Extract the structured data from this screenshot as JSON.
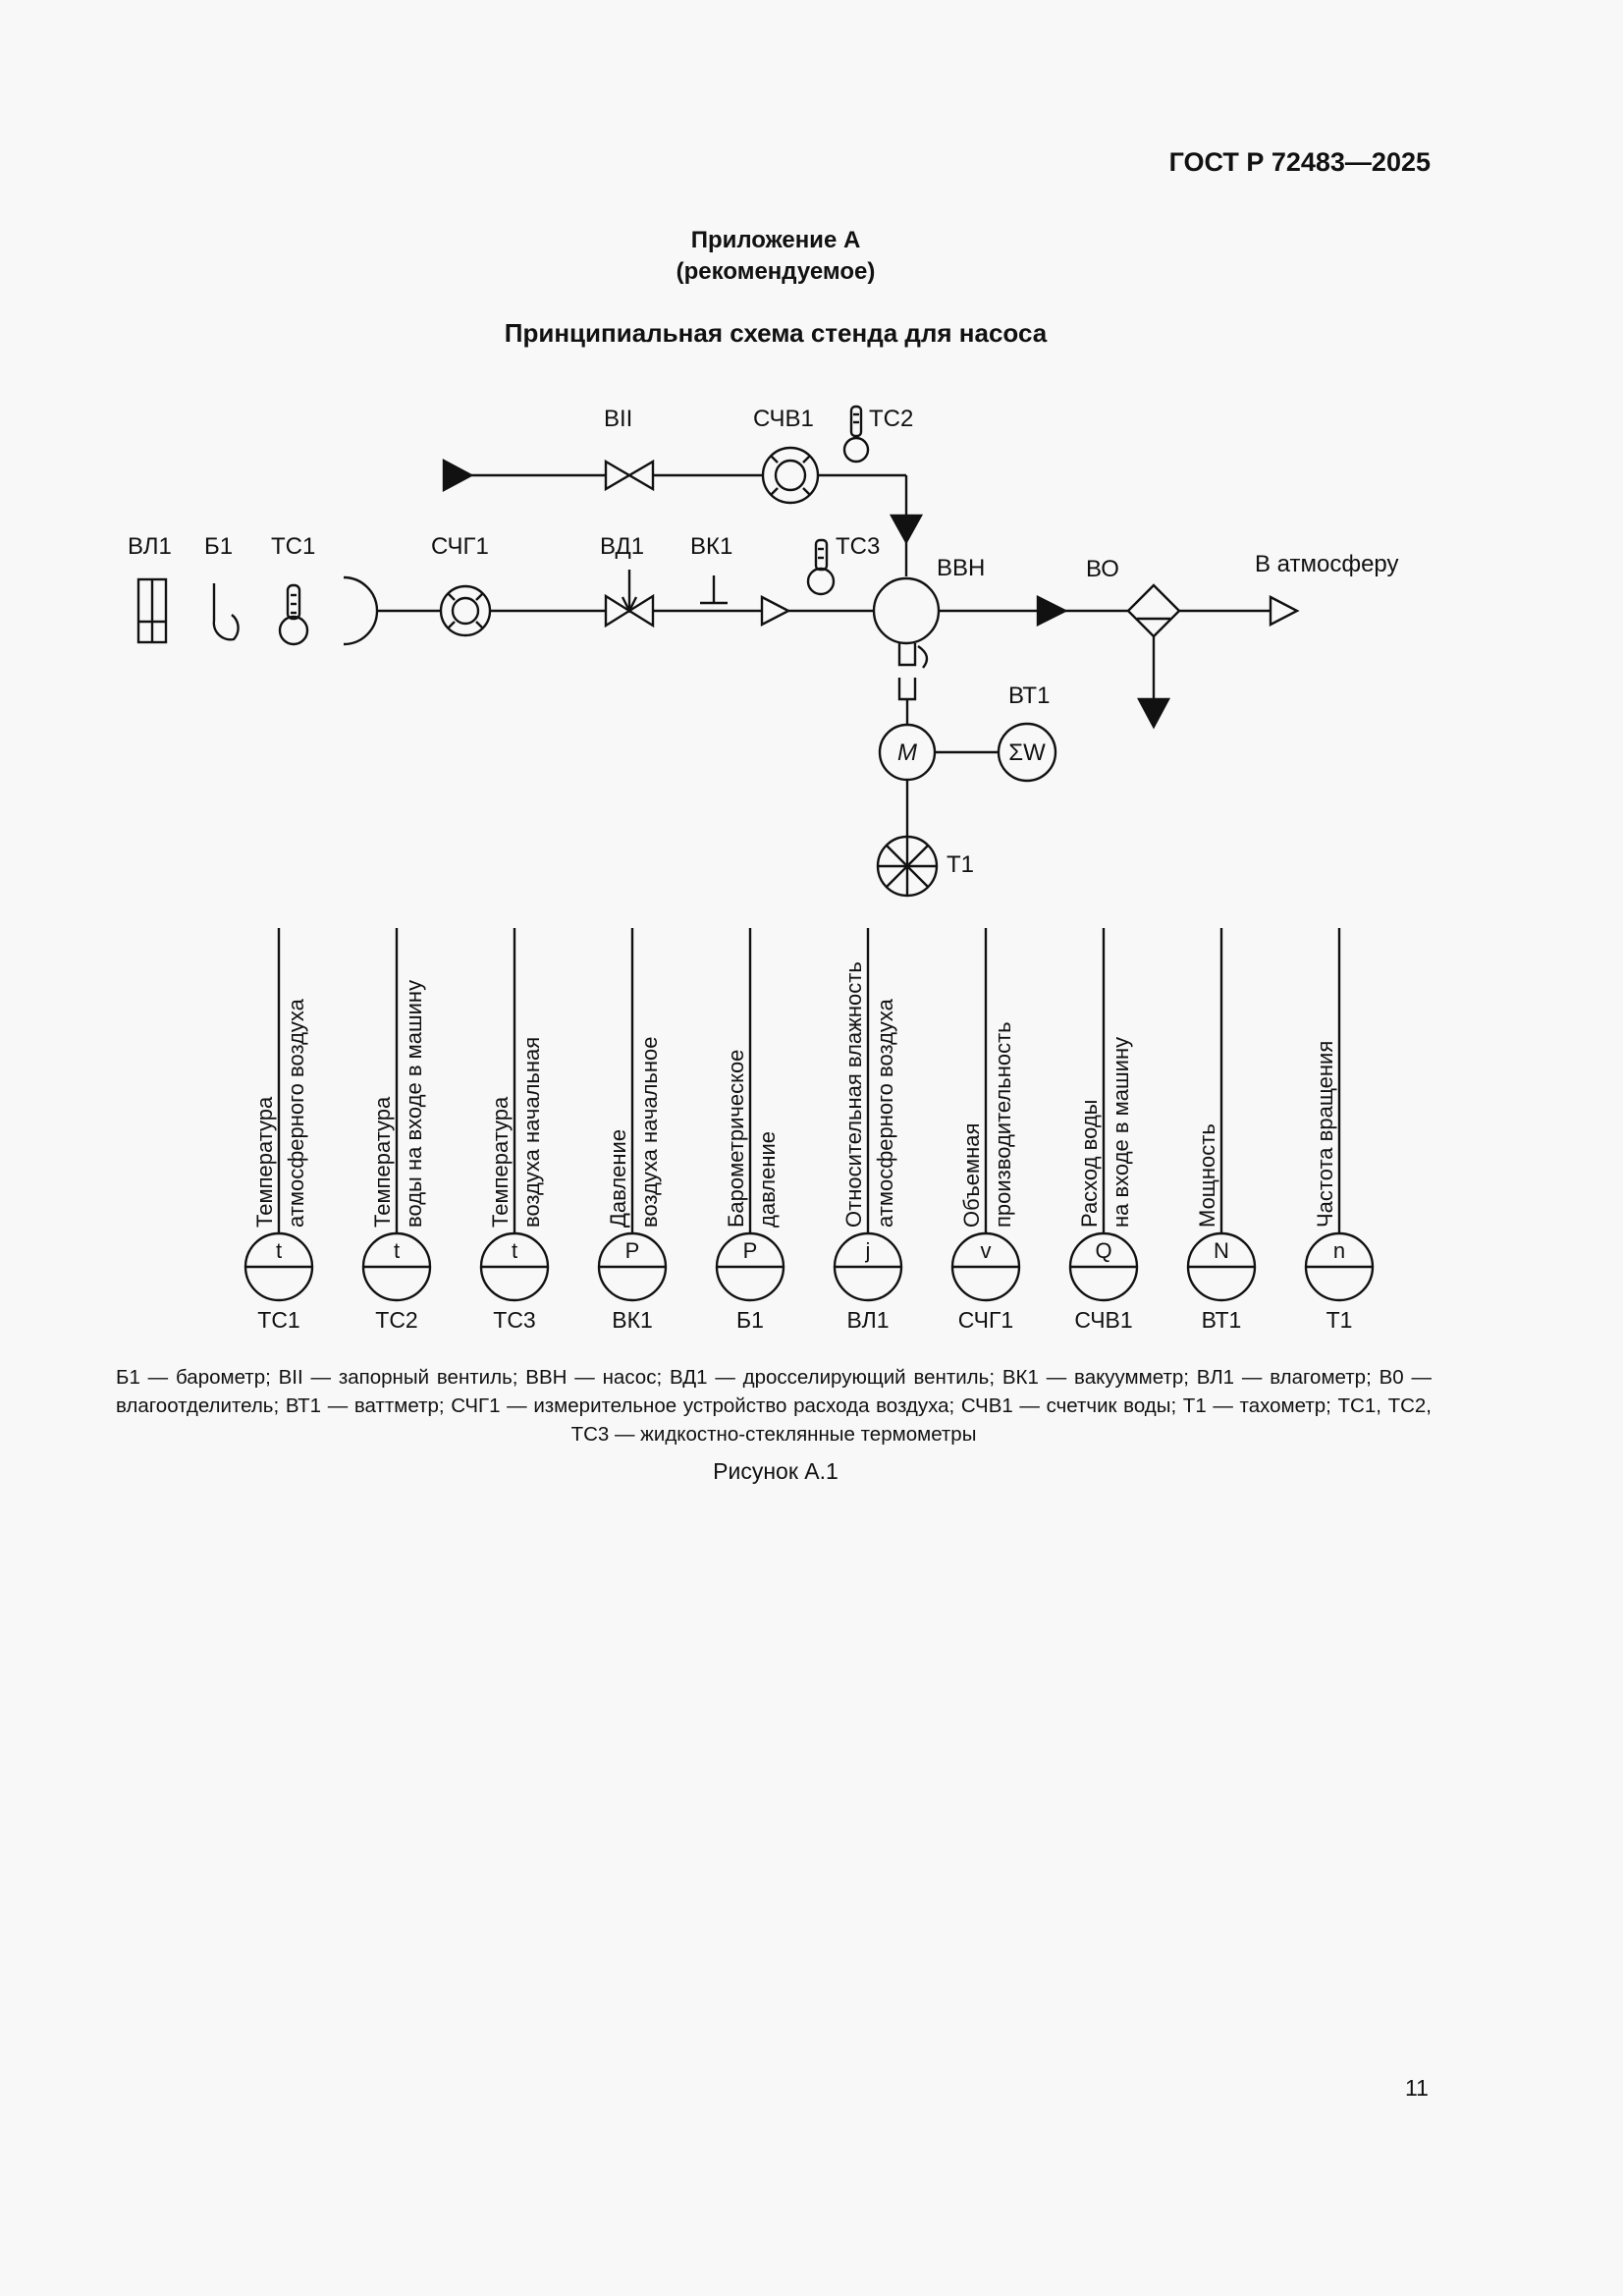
{
  "header": {
    "doc_number": "ГОСТ Р 72483—2025"
  },
  "appendix": {
    "title": "Приложение А",
    "status": "(рекомендуемое)"
  },
  "figure": {
    "heading": "Принципиальная схема стенда для насоса",
    "labels": {
      "vl1": "ВЛ1",
      "b1": "Б1",
      "ts1": "ТС1",
      "schg1": "СЧГ1",
      "vd1": "ВД1",
      "vk1": "ВК1",
      "ts3": "ТС3",
      "vvn": "ВВН",
      "vo": "ВО",
      "out": "В атмосферу",
      "vii": "ВII",
      "schv1": "СЧВ1",
      "ts2": "ТС2",
      "vt1": "ВТ1",
      "t1": "Т1",
      "motor": "M",
      "wattmeter": "ΣW"
    },
    "instruments": [
      {
        "line1": "Температура",
        "line2": "атмосферного воздуха",
        "symbol": "t",
        "tag": "ТС1"
      },
      {
        "line1": "Температура",
        "line2": "воды на входе в машину",
        "symbol": "t",
        "tag": "ТС2"
      },
      {
        "line1": "Температура",
        "line2": "воздуха начальная",
        "symbol": "t",
        "tag": "ТС3"
      },
      {
        "line1": "Давление",
        "line2": "воздуха начальное",
        "symbol": "P",
        "tag": "ВК1"
      },
      {
        "line1": "Барометрическое",
        "line2": "давление",
        "symbol": "P",
        "tag": "Б1"
      },
      {
        "line1": "Относительная влажность",
        "line2": "атмосферного воздуха",
        "symbol": "j",
        "tag": "ВЛ1"
      },
      {
        "line1": "Объемная",
        "line2": "производительность",
        "symbol": "v",
        "tag": "СЧГ1"
      },
      {
        "line1": "Расход воды",
        "line2": "на входе в машину",
        "symbol": "Q",
        "tag": "СЧВ1"
      },
      {
        "line1": "Мощность",
        "line2": "",
        "symbol": "N",
        "tag": "ВТ1"
      },
      {
        "line1": "Частота вращения",
        "line2": "",
        "symbol": "n",
        "tag": "Т1"
      }
    ],
    "legend": "Б1 — барометр; ВII — запорный вентиль; ВВН — насос; ВД1 — дросселирующий вентиль; ВК1 — вакуумметр; ВЛ1 — влагометр; В0 — влагоотделитель; ВТ1 — ваттметр; СЧГ1 — измерительное устройство расхода воздуха; СЧВ1 — счетчик воды; Т1 — тахометр; ТС1, ТС2, ТС3 — жидкостно-стеклянные термометры",
    "caption": "Рисунок А.1"
  },
  "footer": {
    "page_number": "11"
  }
}
